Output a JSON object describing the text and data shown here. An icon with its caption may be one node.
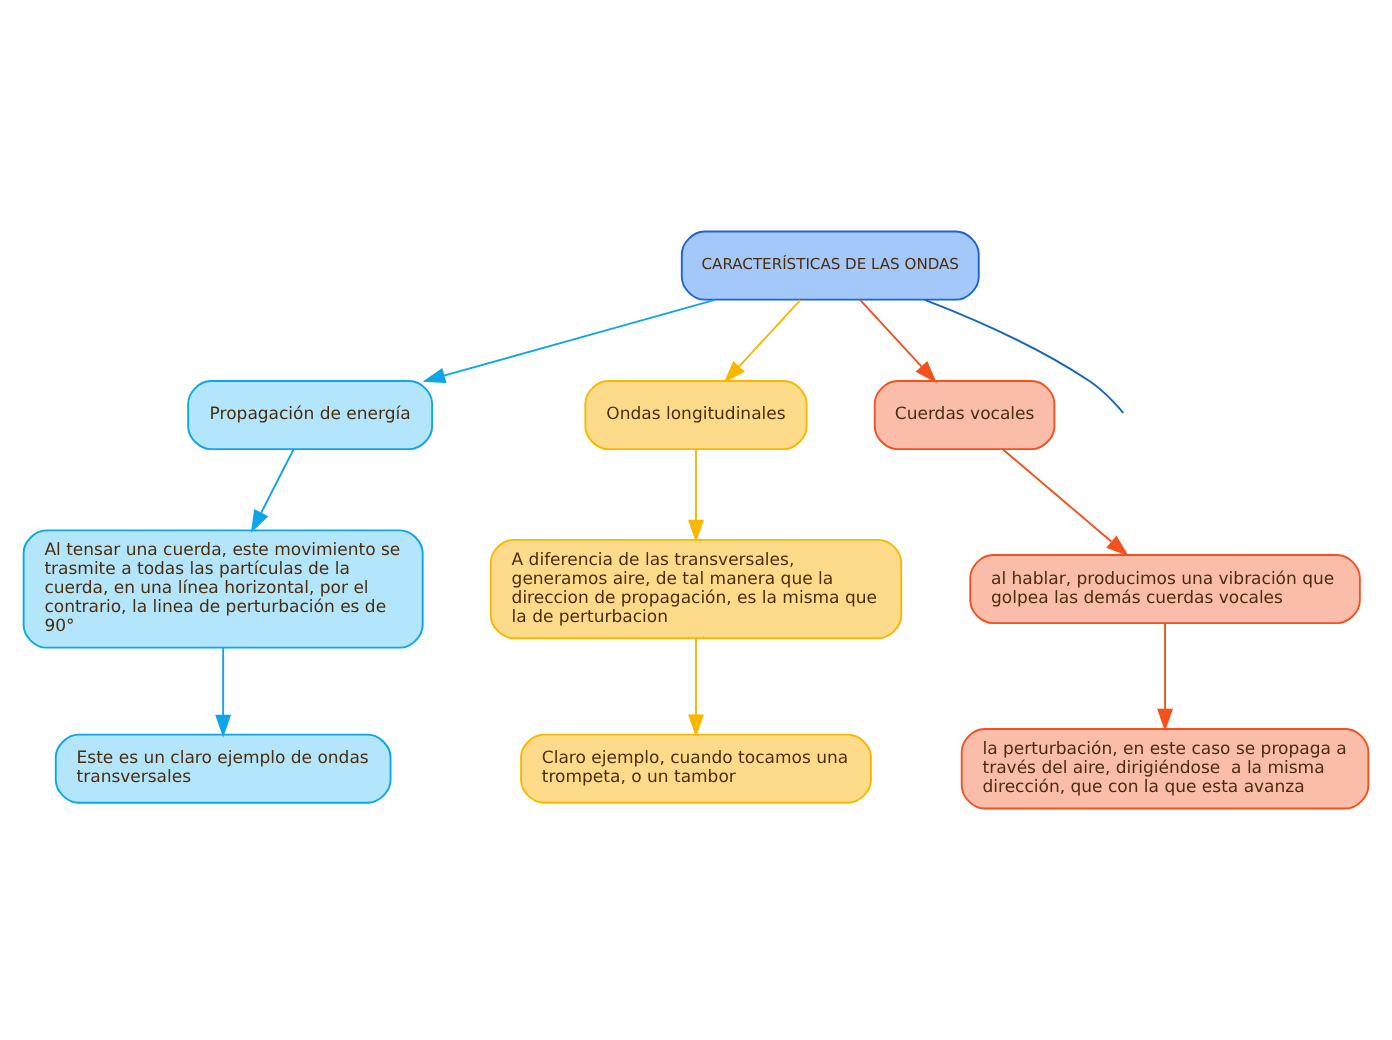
{
  "diagram": {
    "nodes": [
      {
        "text": [
          "CARACTERÍSTICAS DE LAS ONDAS"
        ]
      },
      {
        "text": [
          "Propagación de energía"
        ]
      },
      {
        "text": [
          "Ondas longitudinales"
        ]
      },
      {
        "text": [
          "Cuerdas vocales"
        ]
      },
      {
        "text": [
          "Al tensar una cuerda, este movimiento se trasmite a todas las partículas de la cuerda, en una línea horizontal, por el contrario, la linea de perturbación es de 90°"
        ]
      },
      {
        "text": [
          "Este es un claro ejemplo de ondas transversales"
        ]
      },
      {
        "text": [
          "A diferencia de las transversales, generamos aire, de tal manera que la direccion de propagación, es la misma que la de perturbacion"
        ]
      },
      {
        "text": [
          "Claro ejemplo, cuando tocamos una trompeta, o un tambor"
        ]
      },
      {
        "text": [
          "al hablar, producimos una vibración que golpea las demás cuerdas vocales"
        ]
      },
      {
        "text": [
          "la perturbación, en este caso se propaga a través del aire, dirigiéndose  a la misma dirección, que con la que esta avanza"
        ]
      }
    ],
    "edges": [
      {
        "from": 0,
        "to": 1,
        "arrow": "to",
        "color": "#0ea5e9"
      },
      {
        "from": 0,
        "to": 2,
        "arrow": "to",
        "color": "#f9b800"
      },
      {
        "from": 0,
        "to": 3,
        "arrow": "to",
        "color": "#f4511e"
      },
      {
        "from": 0,
        "to": null,
        "arrow": "none",
        "color": "#1565c0"
      },
      {
        "from": 1,
        "to": 4,
        "arrow": "to",
        "color": "#0ea5e9"
      },
      {
        "from": 4,
        "to": 5,
        "arrow": "to",
        "color": "#0ea5e9"
      },
      {
        "from": 2,
        "to": 6,
        "arrow": "to",
        "color": "#f9b800"
      },
      {
        "from": 6,
        "to": 7,
        "arrow": "to",
        "color": "#f9b800"
      },
      {
        "from": 3,
        "to": 8,
        "arrow": "to",
        "color": "#f4511e"
      },
      {
        "from": 8,
        "to": 9,
        "arrow": "to",
        "color": "#f4511e"
      }
    ]
  }
}
